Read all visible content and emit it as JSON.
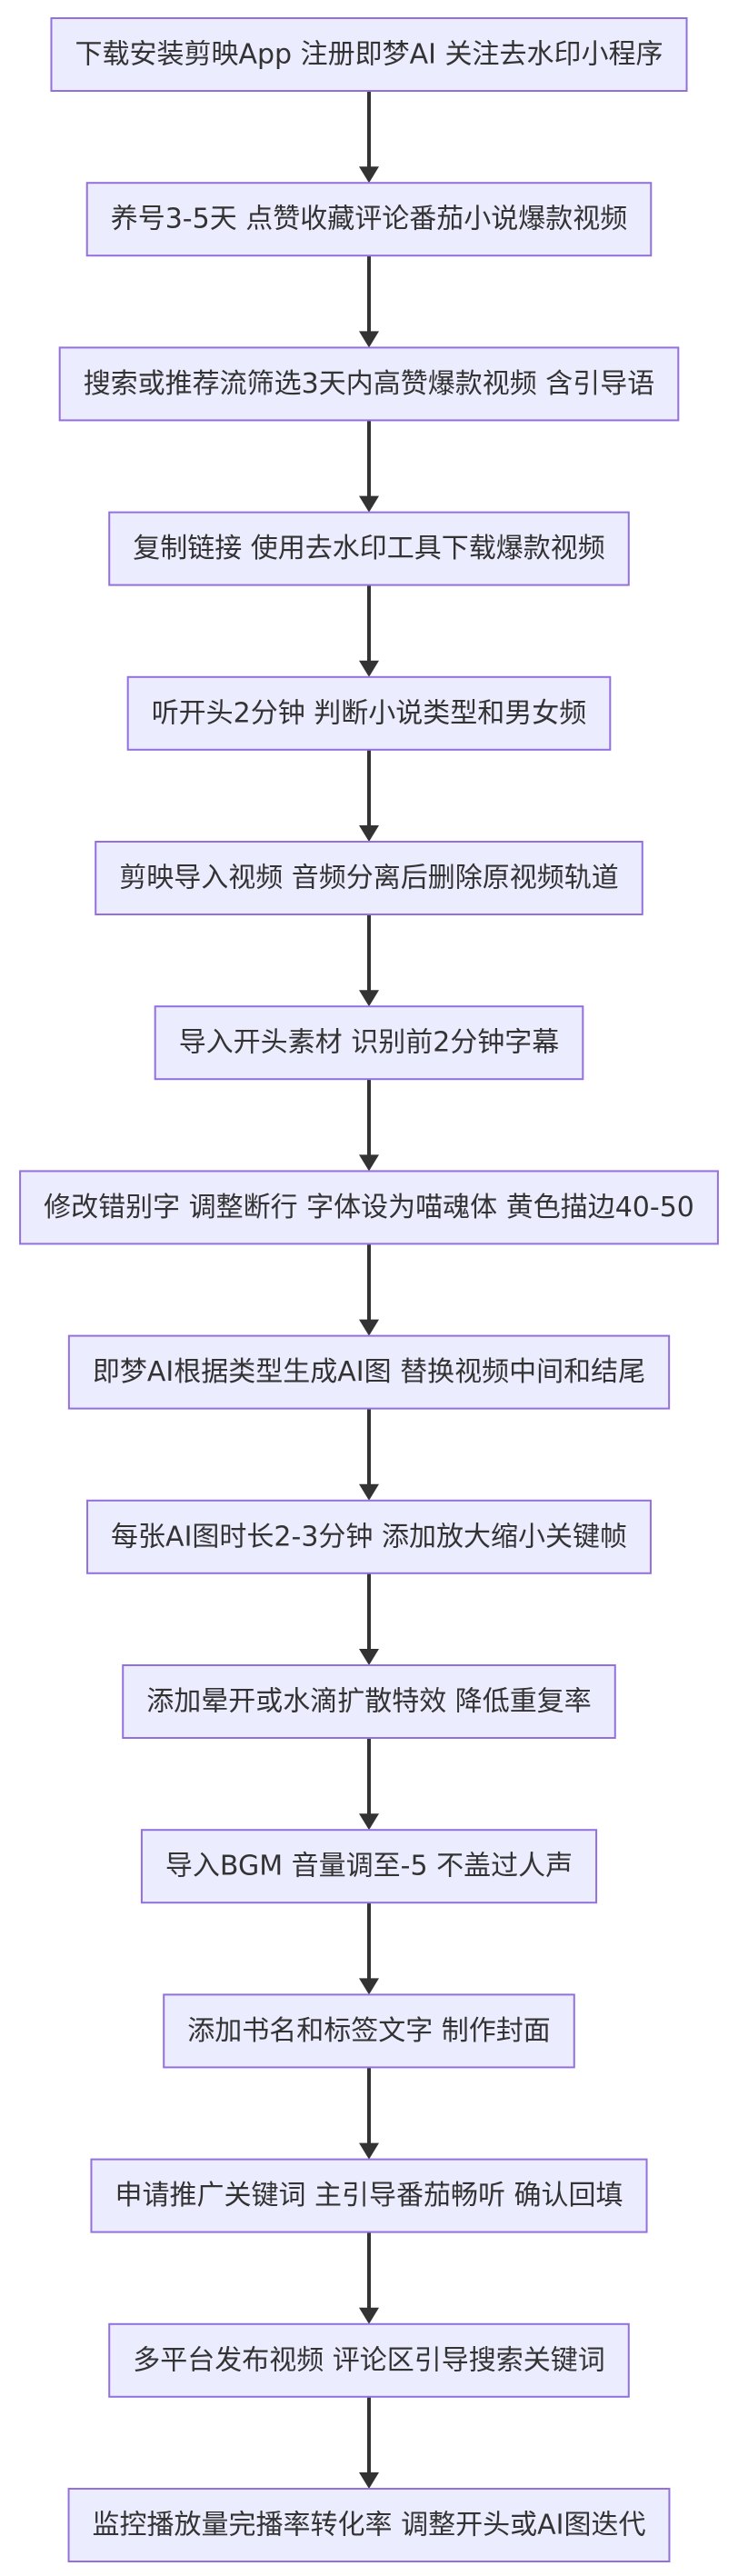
{
  "diagram": {
    "colors": {
      "node_fill": "#ececff",
      "node_border": "#9370db",
      "text": "#333333",
      "edge": "#333333"
    },
    "nodes": [
      {
        "id": "n1",
        "label": "下载安装剪映App 注册即梦AI 关注去水印小程序"
      },
      {
        "id": "n2",
        "label": "养号3-5天 点赞收藏评论番茄小说爆款视频"
      },
      {
        "id": "n3",
        "label": "搜索或推荐流筛选3天内高赞爆款视频 含引导语"
      },
      {
        "id": "n4",
        "label": "复制链接 使用去水印工具下载爆款视频"
      },
      {
        "id": "n5",
        "label": "听开头2分钟 判断小说类型和男女频"
      },
      {
        "id": "n6",
        "label": "剪映导入视频 音频分离后删除原视频轨道"
      },
      {
        "id": "n7",
        "label": "导入开头素材 识别前2分钟字幕"
      },
      {
        "id": "n8",
        "label": "修改错别字 调整断行 字体设为喵魂体 黄色描边40-50"
      },
      {
        "id": "n9",
        "label": "即梦AI根据类型生成AI图 替换视频中间和结尾"
      },
      {
        "id": "n10",
        "label": "每张AI图时长2-3分钟 添加放大缩小关键帧"
      },
      {
        "id": "n11",
        "label": "添加晕开或水滴扩散特效 降低重复率"
      },
      {
        "id": "n12",
        "label": "导入BGM 音量调至-5 不盖过人声"
      },
      {
        "id": "n13",
        "label": "添加书名和标签文字 制作封面"
      },
      {
        "id": "n14",
        "label": "申请推广关键词 主引导番茄畅听 确认回填"
      },
      {
        "id": "n15",
        "label": "多平台发布视频 评论区引导搜索关键词"
      },
      {
        "id": "n16",
        "label": "监控播放量完播率转化率 调整开头或AI图迭代"
      }
    ],
    "edges": [
      {
        "from": "n1",
        "to": "n2"
      },
      {
        "from": "n2",
        "to": "n3"
      },
      {
        "from": "n3",
        "to": "n4"
      },
      {
        "from": "n4",
        "to": "n5"
      },
      {
        "from": "n5",
        "to": "n6"
      },
      {
        "from": "n6",
        "to": "n7"
      },
      {
        "from": "n7",
        "to": "n8"
      },
      {
        "from": "n8",
        "to": "n9"
      },
      {
        "from": "n9",
        "to": "n10"
      },
      {
        "from": "n10",
        "to": "n11"
      },
      {
        "from": "n11",
        "to": "n12"
      },
      {
        "from": "n12",
        "to": "n13"
      },
      {
        "from": "n13",
        "to": "n14"
      },
      {
        "from": "n14",
        "to": "n15"
      },
      {
        "from": "n15",
        "to": "n16"
      }
    ]
  }
}
